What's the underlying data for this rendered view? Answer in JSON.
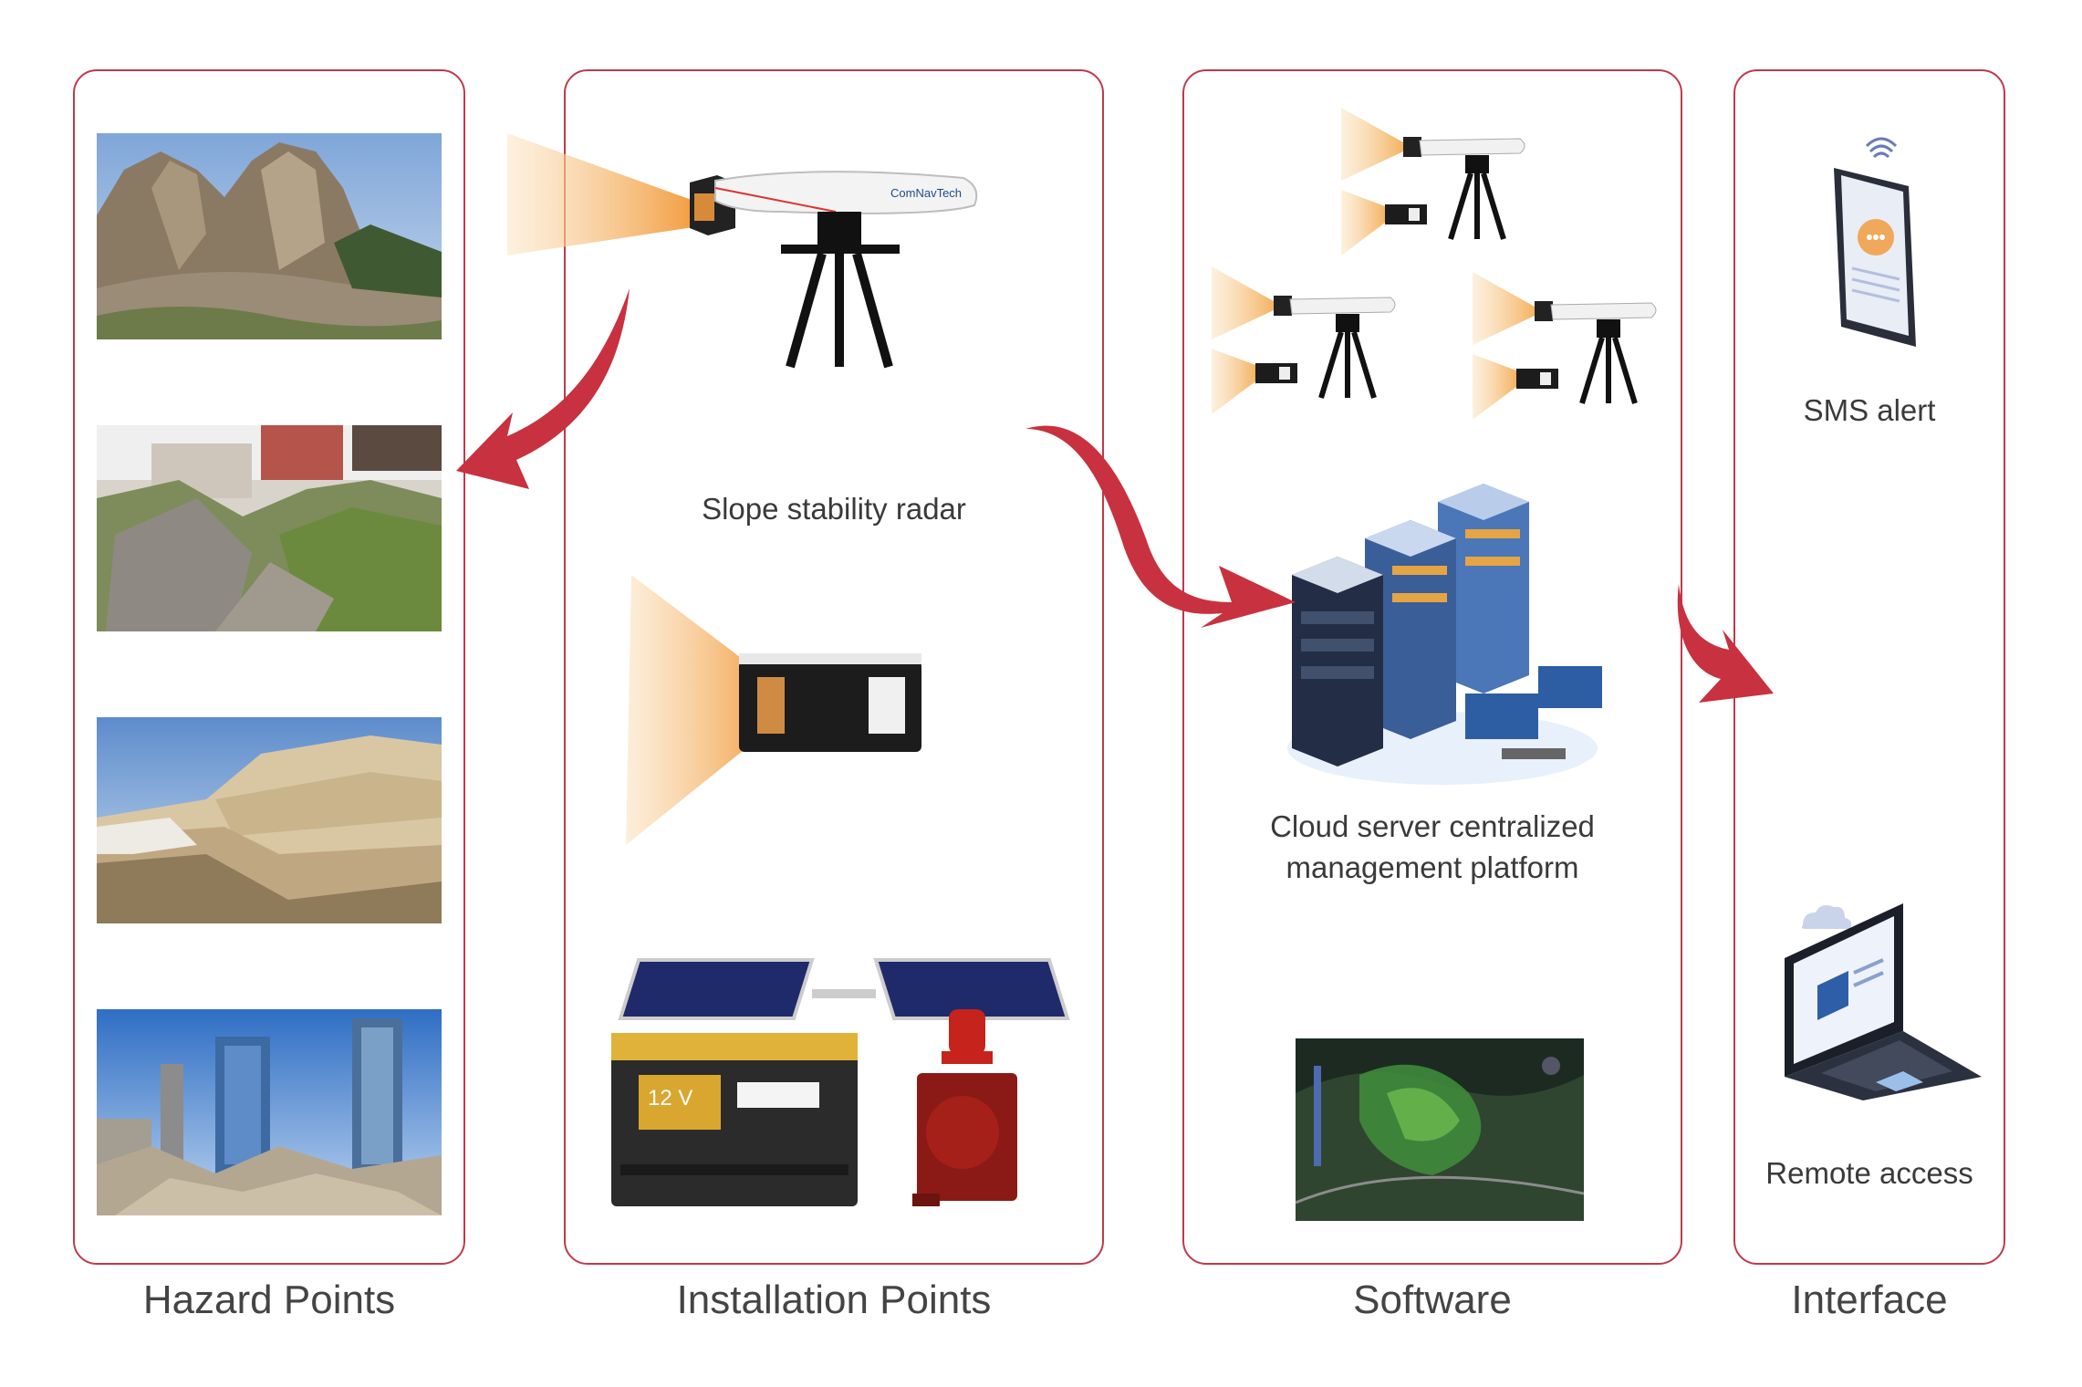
{
  "columns": {
    "hazard": {
      "title": "Hazard Points"
    },
    "installation": {
      "title": "Installation Points"
    },
    "software": {
      "title": "Software"
    },
    "interface": {
      "title": "Interface"
    }
  },
  "installation": {
    "radar_label": "Slope stability radar",
    "radar_brand": "ComNavTech",
    "battery_label": "12 V"
  },
  "software": {
    "cloud_label_line1": "Cloud server centralized",
    "cloud_label_line2": "management platform"
  },
  "interface": {
    "sms_label": "SMS alert",
    "remote_label": "Remote access"
  },
  "colors": {
    "panel_border": "#c0394b",
    "arrow": "#c8313f",
    "beam": "#f5b868"
  },
  "icons": [
    "radar-device-icon",
    "tripod-icon",
    "solar-panel-icon",
    "battery-icon",
    "siren-icon",
    "server-rack-icon",
    "smartphone-icon",
    "laptop-icon",
    "cloud-icon",
    "chat-bubble-icon",
    "wifi-signal-icon"
  ]
}
